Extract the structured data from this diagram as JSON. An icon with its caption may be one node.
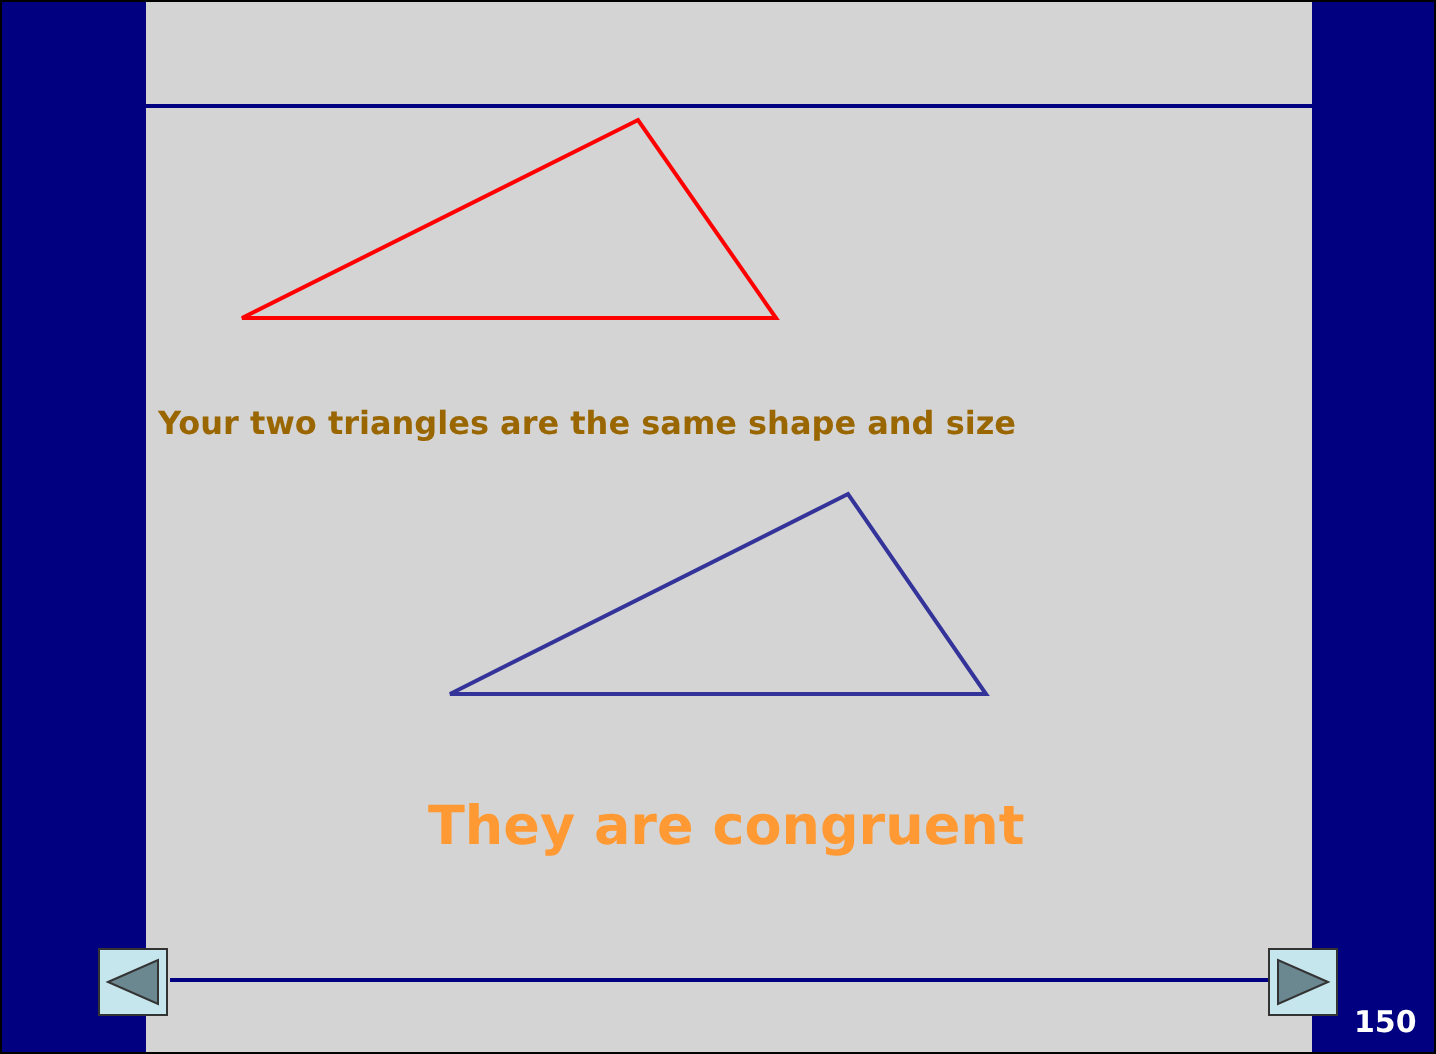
{
  "diagram": {
    "labels": [
      "Your two triangles are the same shape and size",
      "They are congruent",
      "150"
    ]
  }
}
